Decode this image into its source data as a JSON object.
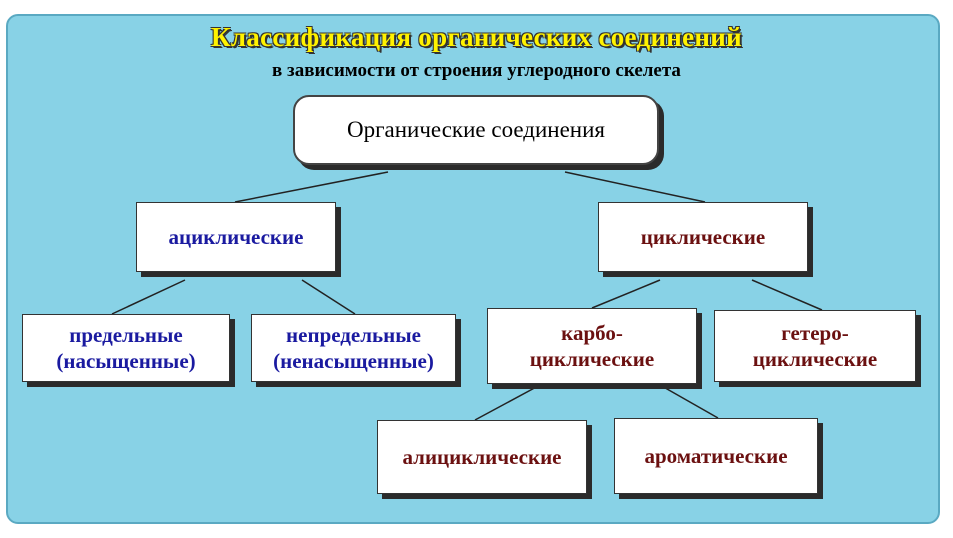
{
  "title": "Классификация органических соединений",
  "subtitle": "в зависимости от строения углеродного скелета",
  "nodes": {
    "root": "Органические соединения",
    "acyclic": "ациклические",
    "cyclic": "циклические",
    "saturated": {
      "line1": "предельные",
      "line2": "(насыщенные)"
    },
    "unsaturated": {
      "line1": "непредельные",
      "line2": "(ненасыщенные)"
    },
    "carbocyclic": {
      "line1": "карбо-",
      "line2": "циклические"
    },
    "heterocyclic": {
      "line1": "гетеро-",
      "line2": "циклические"
    },
    "alicyclic": "алициклические",
    "aromatic": "ароматические"
  },
  "colors": {
    "background": "#88d2e6",
    "title": "#fff200",
    "acyclic_branch": "#1a1aa0",
    "cyclic_branch": "#6b1010"
  }
}
